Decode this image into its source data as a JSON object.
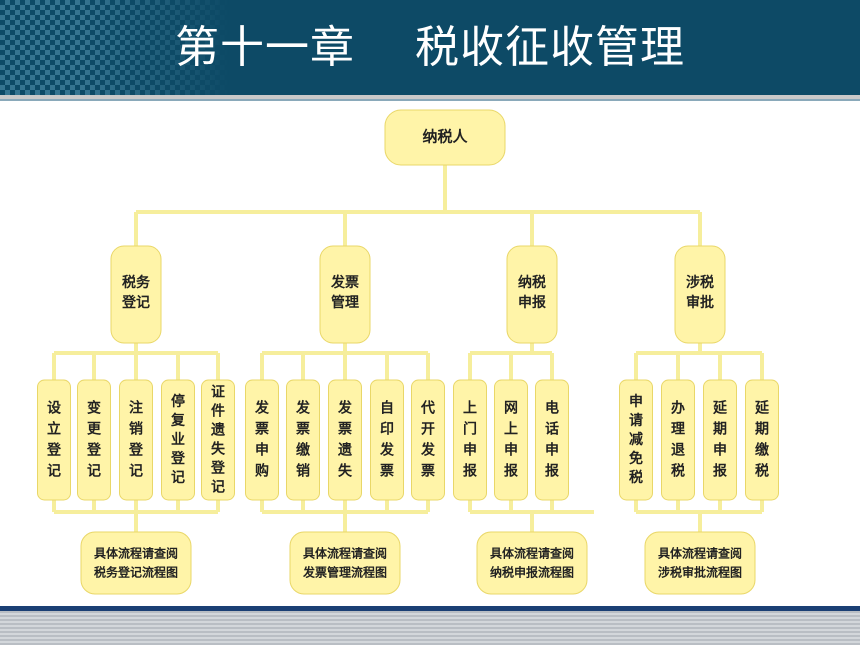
{
  "title": "第十一章    税收征收管理",
  "root": "纳税人",
  "groups": [
    {
      "label": "税务登记",
      "children": [
        "设立登记",
        "变更登记",
        "注销登记",
        "停复业登记",
        "证件遗失登记"
      ],
      "footer": [
        "具体流程请查阅",
        "税务登记流程图"
      ]
    },
    {
      "label": "发票管理",
      "children": [
        "发票申购",
        "发票缴销",
        "发票遗失",
        "自印发票",
        "代开发票"
      ],
      "footer": [
        "具体流程请查阅",
        "发票管理流程图"
      ]
    },
    {
      "label": "纳税申报",
      "children": [
        "上门申报",
        "网上申报",
        "电话申报"
      ],
      "footer": [
        "具体流程请查阅",
        "纳税申报流程图"
      ]
    },
    {
      "label": "涉税审批",
      "children": [
        "申请减免税",
        "办理退税",
        "延期申报",
        "延期缴税"
      ],
      "footer": [
        "具体流程请查阅",
        "涉税审批流程图"
      ]
    }
  ],
  "colors": {
    "header": "#0d4a66",
    "node": "#fff4a8",
    "connector": "#f6ee9c",
    "footer_bar": "#1a3f74"
  }
}
